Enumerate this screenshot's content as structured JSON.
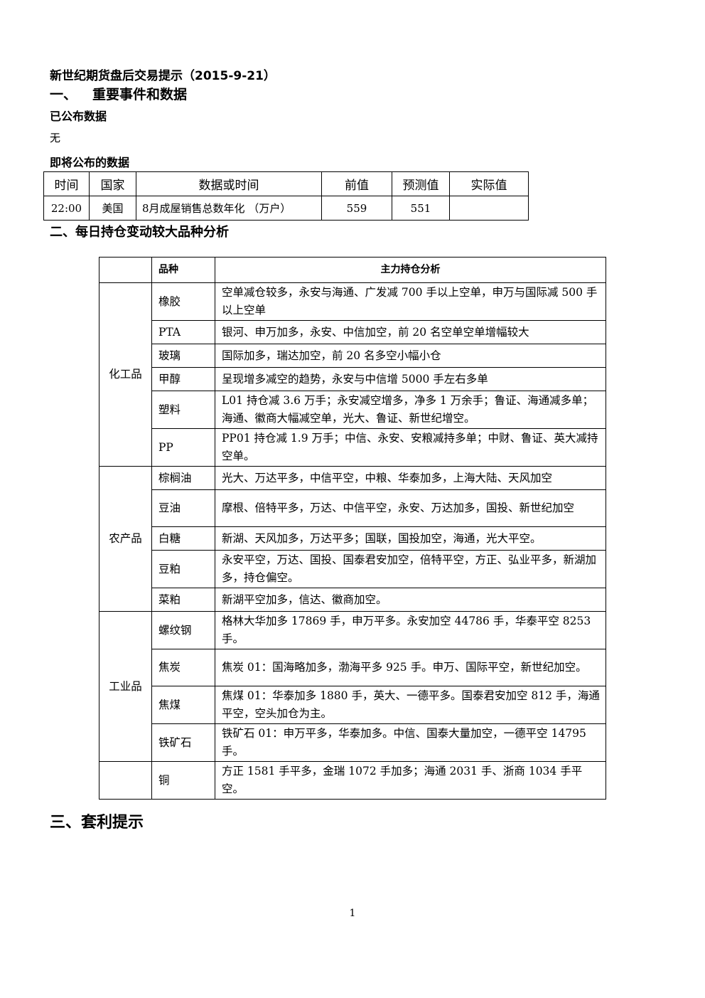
{
  "title": "新世纪期货盘后交易提示（2015-9-21）",
  "section1": {
    "num": "一、",
    "title": "重要事件和数据"
  },
  "released": {
    "heading": "已公布数据",
    "content": "无"
  },
  "upcoming": {
    "heading": "即将公布的数据",
    "headers": [
      "时间",
      "国家",
      "数据或时间",
      "前值",
      "预测值",
      "实际值"
    ],
    "row": [
      "22:00",
      "美国",
      "8月成屋销售总数年化  （万户）",
      "559",
      "551",
      ""
    ]
  },
  "section2": {
    "title": "二、每日持仓变动较大品种分析"
  },
  "positions": {
    "headers": [
      "",
      "品种",
      "主力持仓分析"
    ],
    "groups": [
      {
        "category": "化工品",
        "rows": [
          {
            "variety": "橡胶",
            "analysis": "空单减仓较多，永安与海通、广发减 700 手以上空单，申万与国际减 500 手以上空单"
          },
          {
            "variety": "PTA",
            "analysis": "银河、申万加多，永安、中信加空，前 20 名空单空单增幅较大"
          },
          {
            "variety": "玻璃",
            "analysis": "国际加多，瑞达加空，前 20 名多空小幅小仓"
          },
          {
            "variety": "甲醇",
            "analysis": "呈现增多减空的趋势，永安与中信增 5000 手左右多单"
          },
          {
            "variety": "塑料",
            "analysis": "L01 持仓减 3.6 万手；永安减空增多，净多 1 万余手；鲁证、海通减多单；海通、徽商大幅减空单，光大、鲁证、新世纪增空。"
          },
          {
            "variety": "PP",
            "analysis": "PP01 持仓减 1.9 万手；中信、永安、安粮减持多单；中财、鲁证、英大减持空单。"
          }
        ]
      },
      {
        "category": "农产品",
        "rows": [
          {
            "variety": "棕榈油",
            "analysis": "光大、万达平多，中信平空，中粮、华泰加多，上海大陆、天风加空"
          },
          {
            "variety": "豆油",
            "analysis": "摩根、倍特平多，万达、中信平空，永安、万达加多，国投、新世纪加空"
          },
          {
            "variety": "白糖",
            "analysis": "新湖、天风加多，万达平多；国联，国投加空，海通，光大平空。"
          },
          {
            "variety": "豆粕",
            "analysis": "永安平空，万达、国投、国泰君安加空，倍特平空，方正、弘业平多，新湖加多，持仓偏空。"
          },
          {
            "variety": "菜粕",
            "analysis": "新湖平空加多，信达、徽商加空。"
          }
        ]
      },
      {
        "category": "工业品",
        "rows": [
          {
            "variety": "螺纹钢",
            "analysis": "格林大华加多 17869 手，申万平多。永安加空 44786 手，华泰平空 8253 手。"
          },
          {
            "variety": "焦炭",
            "analysis": "焦炭 01：国海略加多，渤海平多 925 手。申万、国际平空，新世纪加空。"
          },
          {
            "variety": "焦煤",
            "analysis": "焦煤 01：华泰加多 1880 手，英大、一德平多。国泰君安加空 812 手，海通平空，空头加仓为主。"
          },
          {
            "variety": "铁矿石",
            "analysis": "铁矿石 01：申万平多，华泰加多。中信、国泰大量加空，一德平空 14795 手。"
          }
        ]
      },
      {
        "category": "",
        "rows": [
          {
            "variety": "铜",
            "analysis": "方正 1581 手平多，金瑞 1072 手加多；海通 2031 手、浙商 1034 手平空。"
          }
        ]
      }
    ]
  },
  "section3": {
    "title": "三、套利提示"
  },
  "page_number": "1"
}
